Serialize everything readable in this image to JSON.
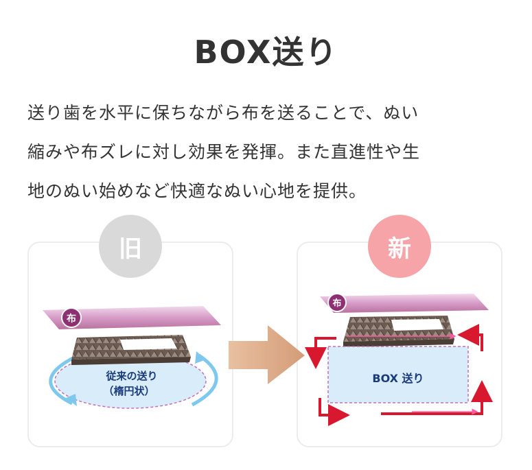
{
  "title": "BOX送り",
  "description": [
    "送り歯を水平に保ちながら布を送ることで、ぬい",
    "縮みや布ズレに対し効果を発揮。また直進性や生",
    "地のぬい始めなど快適なぬい心地を提供。"
  ],
  "old": {
    "badge": "旧",
    "fabric_label": "布",
    "motion_line1": "従来の送り",
    "motion_line2": "（楕円状）"
  },
  "new": {
    "badge": "新",
    "fabric_label": "布",
    "motion_label": "BOX 送り"
  },
  "colors": {
    "old_badge": "#d9d9d9",
    "new_badge": "#f7a4a9",
    "fabric": "#d69bc7",
    "feed_dog": "#6b5b51",
    "old_arrow": "#7ec8ee",
    "new_arrow": "#d7182f",
    "transition_arrow": "#d9a684",
    "motion_fill": "#d8ecfa"
  },
  "icons": {
    "transition": "right-arrow-icon"
  }
}
